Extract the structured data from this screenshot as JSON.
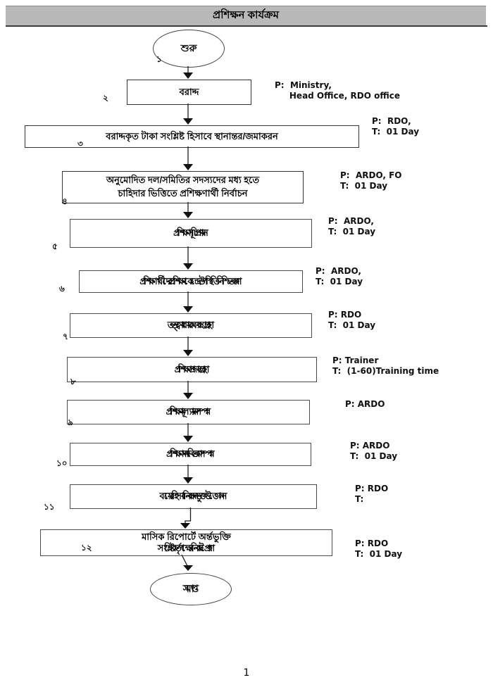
{
  "header": {
    "title": "প্রশিক্ষন কার্যক্রম"
  },
  "flow": {
    "start": {
      "number": "১",
      "label": "শুরু"
    },
    "steps": [
      {
        "number": "২",
        "lines": [
          "বরাদ্দ"
        ],
        "annotation": [
          "P:  Ministry,",
          "     Head Office, RDO office"
        ]
      },
      {
        "number": "৩",
        "lines": [
          "বরাদ্দকৃত টাকা সংশ্লিষ্ট হিসাবে স্থানান্তর/জমাকরন"
        ],
        "annotation": [
          "P:  RDO,",
          "T:  01 Day"
        ]
      },
      {
        "number": "৪",
        "lines": [
          "অনুমোদিত দল/সমিতির সদস্যদের মধ্য হতে",
          "চাহিদার ভিত্তিতে প্রশিক্ষণার্থী নির্বাচন"
        ],
        "annotation": [
          "P:  ARDO, FO",
          "T:  01 Day"
        ]
      },
      {
        "number": "৫",
        "lines": [
          "প্রশিক্ষণসূচিপ্রণয়ন"
        ],
        "annotation": [
          "P:  ARDO,",
          "T:  01 Day"
        ]
      },
      {
        "number": "৬",
        "lines": [
          "প্রশিক্ষণার্থীদেরপ্রশিক্ষণকেন্দ্রেউপস্থিতিনিশ্চিতকরণ"
        ],
        "annotation": [
          "P:  ARDO,",
          "T:  01 Day"
        ]
      },
      {
        "number": "৭",
        "lines": [
          "তত্ত্বাবধায়কব্যবস্থাগ্রহণ"
        ],
        "annotation": [
          "P: RDO",
          "T:  01 Day"
        ]
      },
      {
        "number": "৮",
        "lines": [
          "প্রশিক্ষণপ্রদানগ্রহণ"
        ],
        "annotation": [
          "P: Trainer",
          "T:  (1-60)Training time"
        ]
      },
      {
        "number": "৯",
        "lines": [
          "প্রশিক্ষণমূল্যায়নসম্পন্ন"
        ],
        "annotation": [
          "P: ARDO"
        ]
      },
      {
        "number": "১০",
        "lines": [
          "প্রশিক্ষণসনদবিতরণসম্পন্ন"
        ],
        "annotation": [
          "P: ARDO",
          "T:  01 Day"
        ]
      },
      {
        "number": "১১",
        "lines": [
          "ব্যয়েরহিসাবনিবন্ধনভুক্তউত্তোলন"
        ],
        "annotation": [
          "P: RDO",
          "T:"
        ]
      },
      {
        "number": "১২",
        "lines": [
          "মাসিক রিপোর্টে অর্ন্তভুক্তি",
          "সংশ্লিষ্টকর্তৃপক্ষেরনিকটপ্রেরণ"
        ],
        "annotation": [
          "P: RDO",
          "T:  01 Day"
        ]
      }
    ],
    "end": {
      "label": "সমাপ্ত"
    }
  },
  "footer": {
    "page_number": "1"
  }
}
